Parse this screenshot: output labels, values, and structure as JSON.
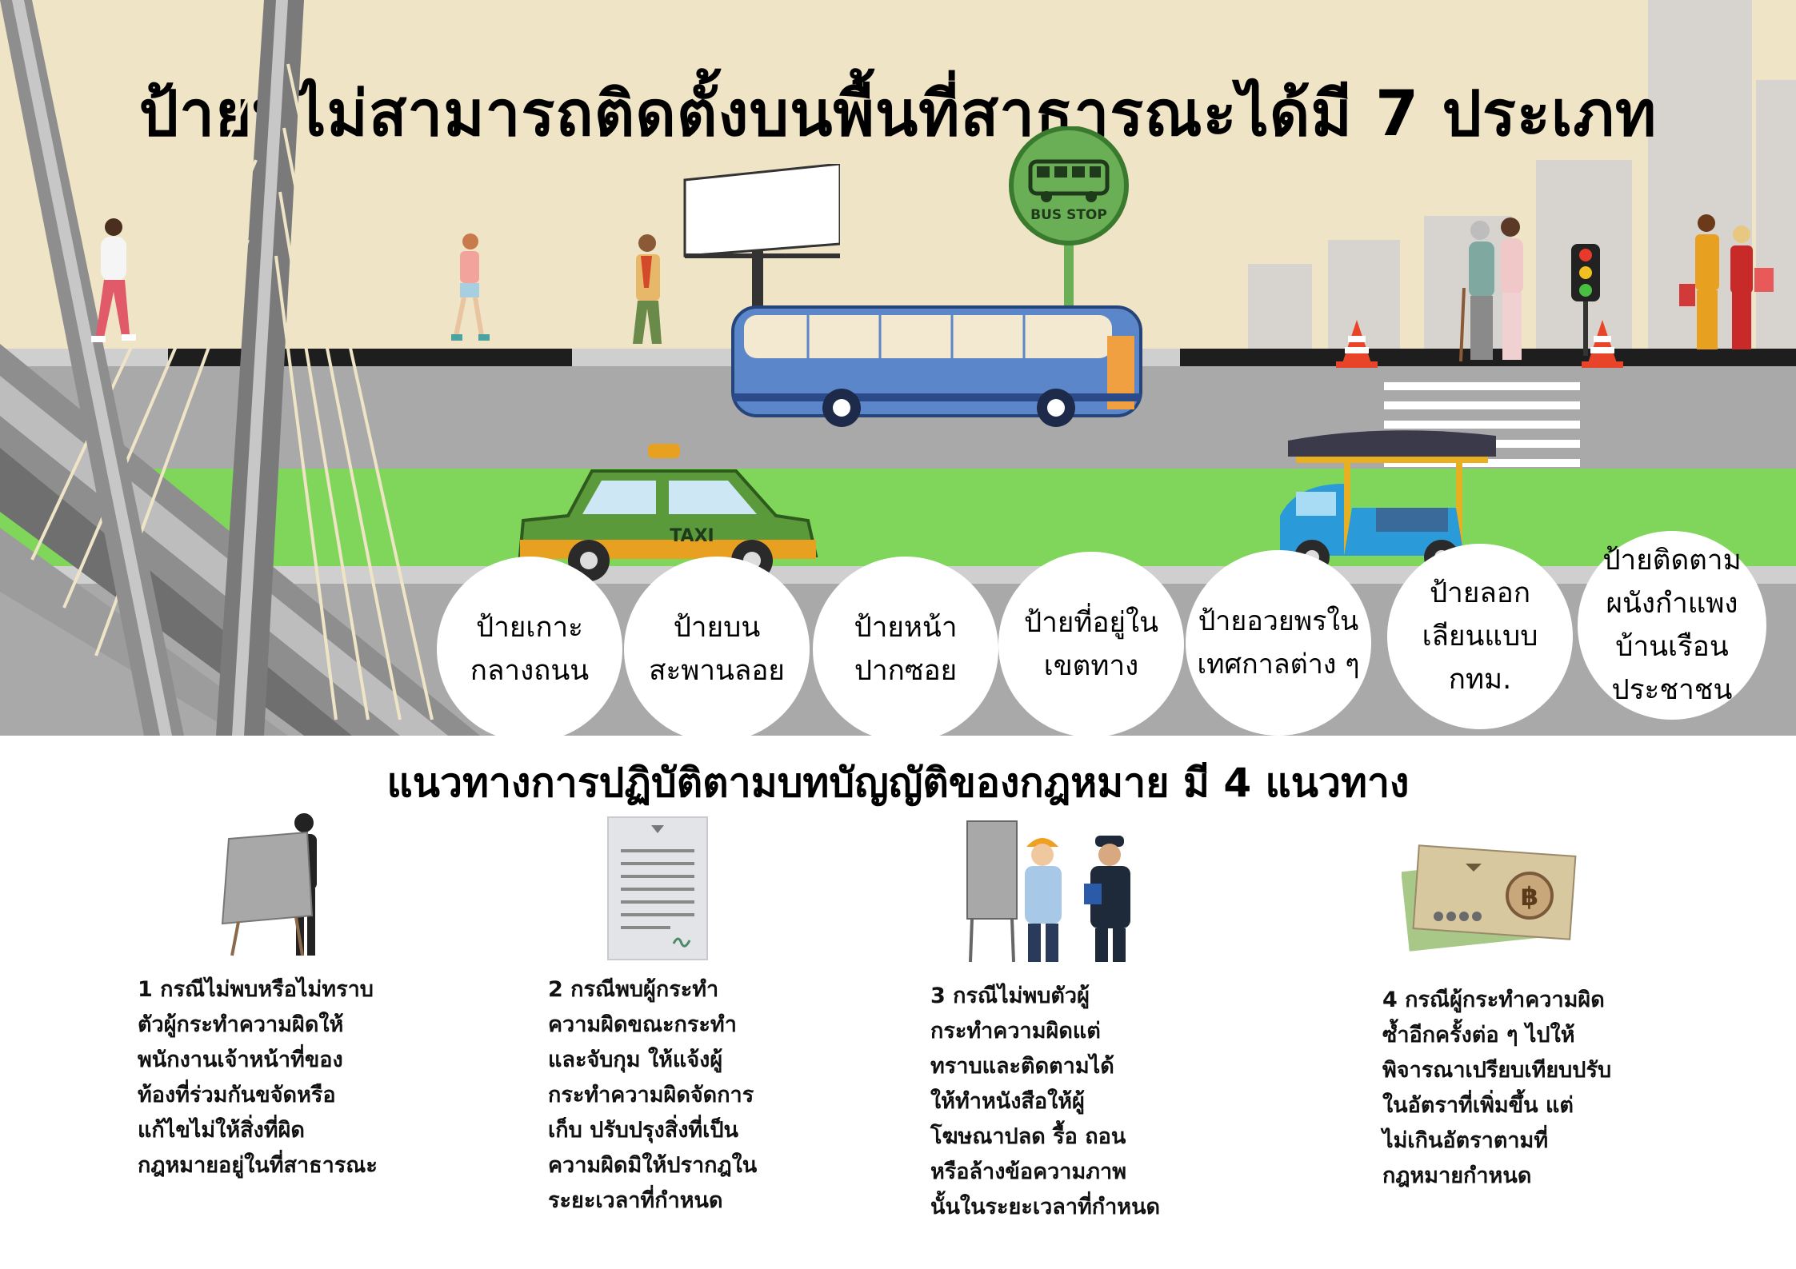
{
  "title": "ป้ายที่ไม่สามารถติดตั้งบนพื้นที่สาธารณะได้มี 7 ประเภท",
  "scene": {
    "bus_stop_label": "BUS STOP",
    "taxi_label": "TAXI",
    "colors": {
      "sky": "#efe4c6",
      "road": "#a9a9a9",
      "grass": "#7fd65a",
      "bus_blue": "#5b86c9",
      "taxi_green": "#5a9a3a",
      "bus_stop_green": "#6aae55"
    }
  },
  "sign_types": [
    {
      "label": "ป้ายเกาะ\nกลางถนน"
    },
    {
      "label": "ป้ายบน\nสะพานลอย"
    },
    {
      "label": "ป้ายหน้า\nปากซอย"
    },
    {
      "label": "ป้ายที่อยู่ใน\nเขตทาง"
    },
    {
      "label": "ป้ายอวยพรใน\nเทศกาลต่าง ๆ"
    },
    {
      "label": "ป้ายลอก\nเลียนแบบ\nกทม."
    },
    {
      "label": "ป้ายติดตาม\nผนังกำแพง\nบ้านเรือน\nประชาชน"
    }
  ],
  "guidelines_title": "แนวทางการปฏิบัติตามบทบัญญัติของกฎหมาย มี 4 แนวทาง",
  "guidelines": [
    {
      "text": "1 กรณีไม่พบหรือไม่ทราบ\nตัวผู้กระทำความผิดให้\nพนักงานเจ้าหน้าที่ของ\nท้องที่ร่วมกันขจัดหรือ\nแก้ไขไม่ให้สิ่งที่ผิด\nกฎหมายอยู่ในที่สาธารณะ",
      "icon": "person-carrying-sign-icon"
    },
    {
      "text": "2 กรณีพบผู้กระทำ\nความผิดขณะกระทำ\nและจับกุม ให้แจ้งผู้\nกระทำความผิดจัดการ\nเก็บ ปรับปรุงสิ่งที่เป็น\nความผิดมิให้ปรากฎใน\nระยะเวลาที่กำหนด",
      "icon": "official-document-icon"
    },
    {
      "text": "3 กรณีไม่พบตัวผู้\nกระทำความผิดแต่\nทราบและติดตามได้\nให้ทำหนังสือให้ผู้\nโฆษณาปลด รื้อ ถอน\nหรือล้างข้อความภาพ\nนั้นในระยะเวลาที่กำหนด",
      "icon": "officer-and-worker-icon"
    },
    {
      "text": "4 กรณีผู้กระทำความผิด\nซ้ำอีกครั้งต่อ ๆ ไปให้\nพิจารณาเปรียบเทียบปรับ\nในอัตราที่เพิ่มขึ้น แต่\nไม่เกินอัตราตามที่\nกฎหมายกำหนด",
      "icon": "banknotes-icon"
    }
  ]
}
